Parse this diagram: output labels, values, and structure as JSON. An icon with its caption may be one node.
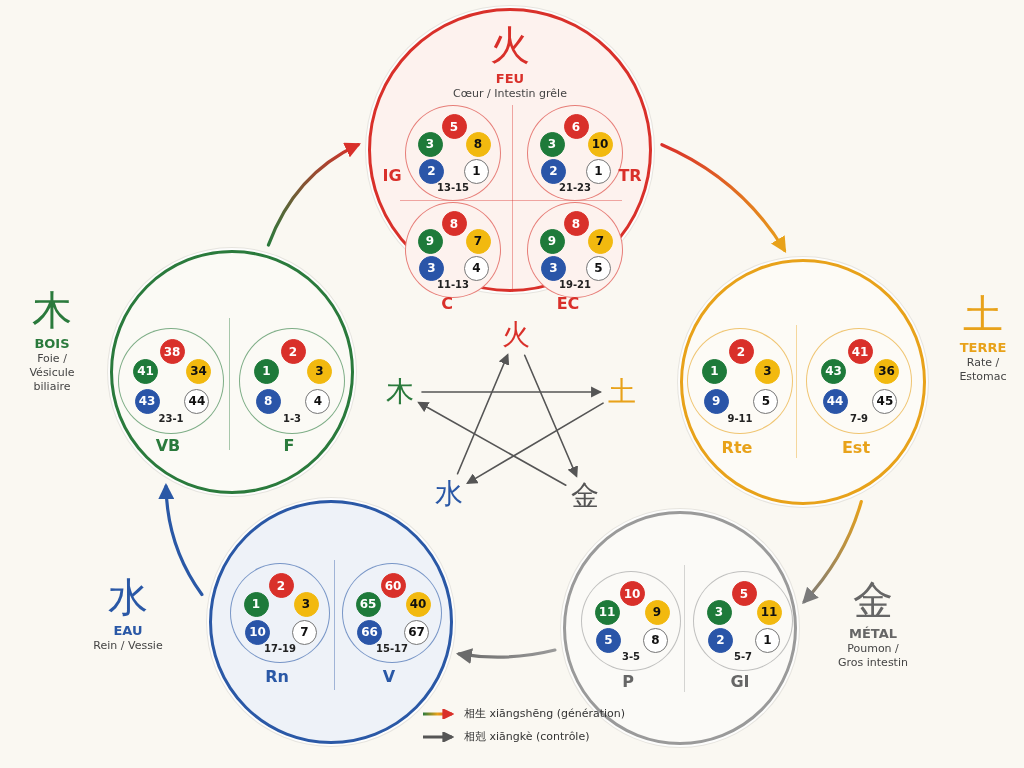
{
  "diagram": {
    "nodes": [
      {
        "text": [
          "火",
          "FEU",
          "Cœur / Intestin grêle"
        ]
      },
      {
        "text": [
          "13-15"
        ],
        "in": 0,
        "beside": [
          "IG"
        ]
      },
      {
        "text": [
          "5"
        ],
        "in": 1
      },
      {
        "text": [
          "3"
        ],
        "in": 1
      },
      {
        "text": [
          "8"
        ],
        "in": 1
      },
      {
        "text": [
          "2"
        ],
        "in": 1
      },
      {
        "text": [
          "1"
        ],
        "in": 1
      },
      {
        "text": [
          "21-23"
        ],
        "in": 0,
        "beside": [
          "TR"
        ]
      },
      {
        "text": [
          "6"
        ],
        "in": 7
      },
      {
        "text": [
          "3"
        ],
        "in": 7
      },
      {
        "text": [
          "10"
        ],
        "in": 7
      },
      {
        "text": [
          "2"
        ],
        "in": 7
      },
      {
        "text": [
          "1"
        ],
        "in": 7
      },
      {
        "text": [
          "11-13"
        ],
        "in": 0,
        "beside": [
          "C"
        ]
      },
      {
        "text": [
          "8"
        ],
        "in": 13
      },
      {
        "text": [
          "9"
        ],
        "in": 13
      },
      {
        "text": [
          "7"
        ],
        "in": 13
      },
      {
        "text": [
          "3"
        ],
        "in": 13
      },
      {
        "text": [
          "4"
        ],
        "in": 13
      },
      {
        "text": [
          "19-21"
        ],
        "in": 0,
        "beside": [
          "EC"
        ]
      },
      {
        "text": [
          "8"
        ],
        "in": 19
      },
      {
        "text": [
          "9"
        ],
        "in": 19
      },
      {
        "text": [
          "7"
        ],
        "in": 19
      },
      {
        "text": [
          "3"
        ],
        "in": 19
      },
      {
        "text": [
          "5"
        ],
        "in": 19
      },
      {
        "text": [],
        "shape": "circle",
        "beside": [
          "木",
          "BOIS",
          "Foie / Vésicule biliaire"
        ]
      },
      {
        "text": [
          "23-1"
        ],
        "in": 25,
        "beside": [
          "VB"
        ]
      },
      {
        "text": [
          "38"
        ],
        "in": 26
      },
      {
        "text": [
          "41"
        ],
        "in": 26
      },
      {
        "text": [
          "34"
        ],
        "in": 26
      },
      {
        "text": [
          "43"
        ],
        "in": 26
      },
      {
        "text": [
          "44"
        ],
        "in": 26
      },
      {
        "text": [
          "1-3"
        ],
        "in": 25,
        "beside": [
          "F"
        ]
      },
      {
        "text": [
          "2"
        ],
        "in": 32
      },
      {
        "text": [
          "1"
        ],
        "in": 32
      },
      {
        "text": [
          "3"
        ],
        "in": 32
      },
      {
        "text": [
          "8"
        ],
        "in": 32
      },
      {
        "text": [
          "4"
        ],
        "in": 32
      },
      {
        "text": [],
        "shape": "circle",
        "beside": [
          "土",
          "TERRE",
          "Rate / Estomac"
        ]
      },
      {
        "text": [
          "9-11"
        ],
        "in": 38,
        "beside": [
          "Rte"
        ]
      },
      {
        "text": [
          "2"
        ],
        "in": 39
      },
      {
        "text": [
          "1"
        ],
        "in": 39
      },
      {
        "text": [
          "3"
        ],
        "in": 39
      },
      {
        "text": [
          "9"
        ],
        "in": 39
      },
      {
        "text": [
          "5"
        ],
        "in": 39
      },
      {
        "text": [
          "7-9"
        ],
        "in": 38,
        "beside": [
          "Est"
        ]
      },
      {
        "text": [
          "41"
        ],
        "in": 45
      },
      {
        "text": [
          "43"
        ],
        "in": 45
      },
      {
        "text": [
          "36"
        ],
        "in": 45
      },
      {
        "text": [
          "44"
        ],
        "in": 45
      },
      {
        "text": [
          "45"
        ],
        "in": 45
      },
      {
        "text": [
          "火"
        ]
      },
      {
        "text": [
          "木"
        ]
      },
      {
        "text": [
          "土"
        ]
      },
      {
        "text": [
          "水"
        ]
      },
      {
        "text": [
          "金"
        ]
      },
      {
        "text": [],
        "shape": "circle",
        "beside": [
          "水",
          "EAU",
          "Rein / Vessie"
        ]
      },
      {
        "text": [
          "17-19"
        ],
        "in": 56,
        "beside": [
          "Rn"
        ]
      },
      {
        "text": [
          "2"
        ],
        "in": 57
      },
      {
        "text": [
          "1"
        ],
        "in": 57
      },
      {
        "text": [
          "3"
        ],
        "in": 57
      },
      {
        "text": [
          "10"
        ],
        "in": 57
      },
      {
        "text": [
          "7"
        ],
        "in": 57
      },
      {
        "text": [
          "15-17"
        ],
        "in": 56,
        "beside": [
          "V"
        ]
      },
      {
        "text": [
          "60"
        ],
        "in": 63
      },
      {
        "text": [
          "65"
        ],
        "in": 63
      },
      {
        "text": [
          "40"
        ],
        "in": 63
      },
      {
        "text": [
          "66"
        ],
        "in": 63
      },
      {
        "text": [
          "67"
        ],
        "in": 63
      },
      {
        "text": [],
        "shape": "circle",
        "beside": [
          "金",
          "MÉTAL",
          "Poumon / Gros intestin"
        ]
      },
      {
        "text": [
          "3-5"
        ],
        "in": 69,
        "beside": [
          "P"
        ]
      },
      {
        "text": [
          "10"
        ],
        "in": 70
      },
      {
        "text": [
          "11"
        ],
        "in": 70
      },
      {
        "text": [
          "9"
        ],
        "in": 70
      },
      {
        "text": [
          "5"
        ],
        "in": 70
      },
      {
        "text": [
          "8"
        ],
        "in": 70
      },
      {
        "text": [
          "5-7"
        ],
        "in": 69,
        "beside": [
          "GI"
        ]
      },
      {
        "text": [
          "5"
        ],
        "in": 76
      },
      {
        "text": [
          "3"
        ],
        "in": 76
      },
      {
        "text": [
          "11"
        ],
        "in": 76
      },
      {
        "text": [
          "2"
        ],
        "in": 76
      },
      {
        "text": [
          "1"
        ],
        "in": 76
      }
    ],
    "edges": [
      {
        "from": 25,
        "to": 0,
        "arrow": "to",
        "style": "thick",
        "color": "#d9302a"
      },
      {
        "from": 0,
        "to": 38,
        "arrow": "to",
        "style": "thick",
        "color": "#e8a21a"
      },
      {
        "from": 38,
        "to": 69,
        "arrow": "to",
        "style": "thick",
        "color": "#7a7a7a"
      },
      {
        "from": 69,
        "to": 56,
        "arrow": "to",
        "style": "thick",
        "color": "#6b6b6b"
      },
      {
        "from": 56,
        "to": 25,
        "arrow": "to",
        "style": "thick",
        "color": "#2a58a6"
      },
      {
        "from": 52,
        "to": 53,
        "arrow": "to"
      },
      {
        "from": 53,
        "to": 54,
        "arrow": "to"
      },
      {
        "from": 54,
        "to": 51,
        "arrow": "to"
      },
      {
        "from": 51,
        "to": 55,
        "arrow": "to"
      },
      {
        "from": 55,
        "to": 52,
        "arrow": "to"
      }
    ],
    "legend": [
      {
        "text": "相生 xiāngshēng (génération)"
      },
      {
        "text": "相剋 xiāngkè (contrôle)"
      }
    ]
  }
}
